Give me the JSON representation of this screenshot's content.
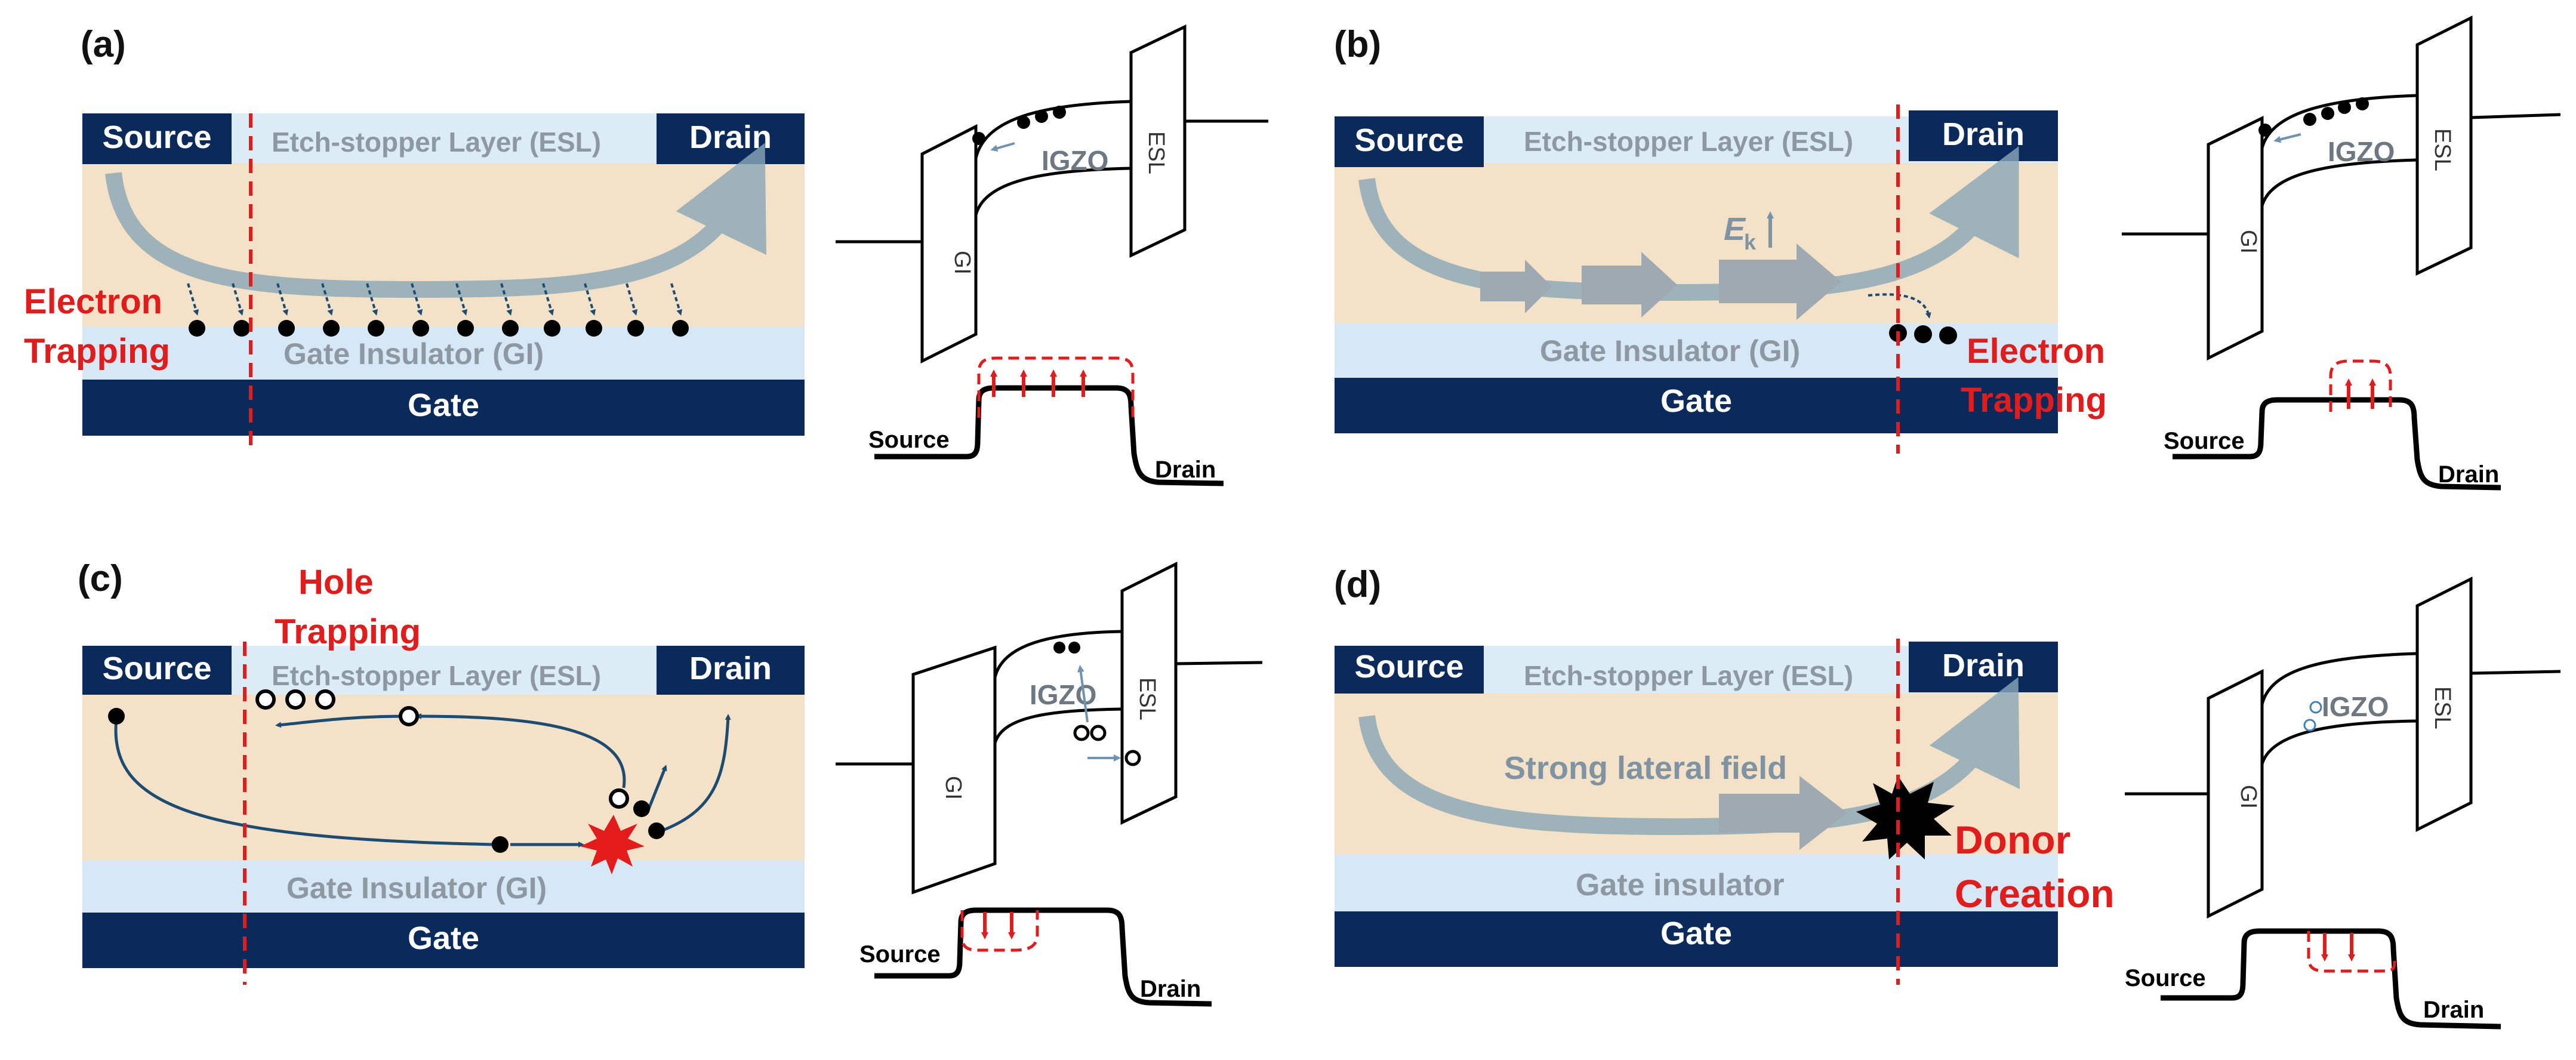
{
  "colors": {
    "navy": "#0b2a5c",
    "channel": "#f3e2c7",
    "gi": "#d6e8f5",
    "esl": "#dcecf6",
    "flow": "#8aa7b8",
    "red": "#e31b1b",
    "gray_text": "#8d98a3",
    "dark_arrow": "#1c4c72"
  },
  "common": {
    "source": "Source",
    "drain": "Drain",
    "gate": "Gate",
    "esl": "Etch-stopper Layer (ESL)",
    "gi_full": "Gate Insulator (GI)",
    "gi_short": "GI",
    "igzo": "IGZO",
    "esl_short": "ESL",
    "ek": "E",
    "ek_sub": "k"
  },
  "panels": {
    "a": {
      "label": "(a)",
      "annotation_line1": "Electron",
      "annotation_line2": "Trapping"
    },
    "b": {
      "label": "(b)",
      "annotation_line1": "Electron",
      "annotation_line2": "Trapping"
    },
    "c": {
      "label": "(c)",
      "annotation_line1": "Hole",
      "annotation_line2": "Trapping"
    },
    "d": {
      "label": "(d)",
      "annotation_line1": "Donor",
      "annotation_line2": "Creation",
      "strong_field": "Strong  lateral  field",
      "gi_label": "Gate insulator"
    }
  }
}
